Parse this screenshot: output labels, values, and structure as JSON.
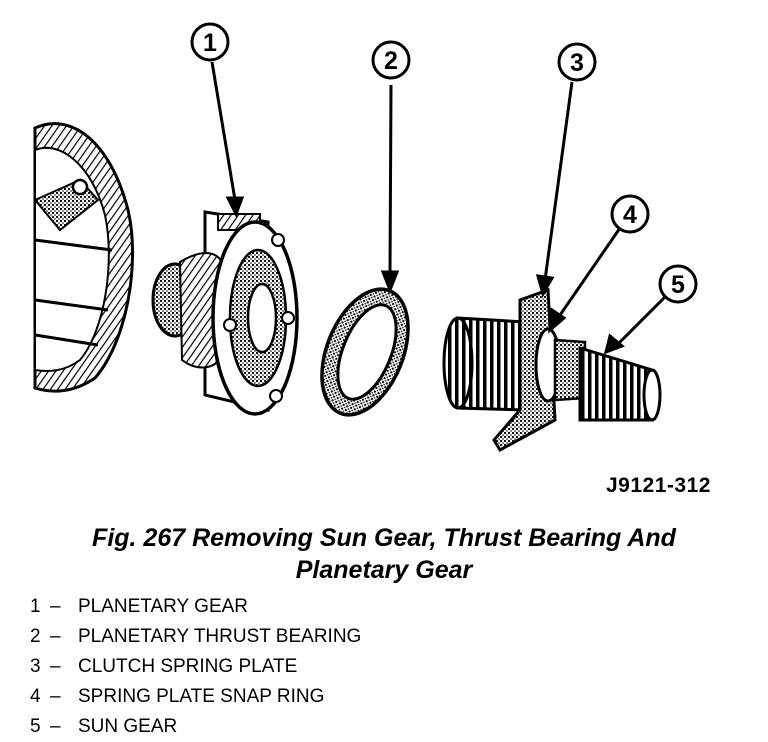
{
  "callouts": [
    "1",
    "2",
    "3",
    "4",
    "5"
  ],
  "ref_code": "J9121-312",
  "caption": {
    "line1": "Fig. 267 Removing Sun Gear, Thrust Bearing And",
    "line2": "Planetary Gear"
  },
  "legend": [
    {
      "num": "1",
      "dash": "–",
      "label": "PLANETARY GEAR"
    },
    {
      "num": "2",
      "dash": "–",
      "label": "PLANETARY THRUST BEARING"
    },
    {
      "num": "3",
      "dash": "–",
      "label": "CLUTCH SPRING PLATE"
    },
    {
      "num": "4",
      "dash": "–",
      "label": "SPRING PLATE SNAP RING"
    },
    {
      "num": "5",
      "dash": "–",
      "label": "SUN GEAR"
    }
  ]
}
